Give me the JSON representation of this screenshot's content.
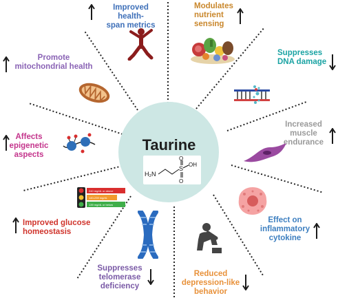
{
  "center": {
    "title": "Taurine",
    "formula": {
      "h2n": "H₂N",
      "so3h_s": "S",
      "so3h_oh": "OH",
      "o": "O"
    }
  },
  "effects": [
    {
      "id": "healthspan",
      "lines": [
        "Improved health-",
        "span metrics"
      ],
      "direction": "up",
      "color": "#3d6fb8"
    },
    {
      "id": "nutrient",
      "lines": [
        "Modulates",
        "nutrient",
        "sensing"
      ],
      "direction": "up",
      "color": "#c9872c"
    },
    {
      "id": "dna",
      "lines": [
        "Suppresses",
        "DNA damage"
      ],
      "direction": "down",
      "color": "#1aa3a3"
    },
    {
      "id": "muscle",
      "lines": [
        "Increased",
        "muscle",
        "endurance"
      ],
      "direction": "up",
      "color": "#9a9a9a"
    },
    {
      "id": "inflammatory",
      "lines": [
        "Effect on",
        "inflammatory",
        "cytokine"
      ],
      "direction": "up",
      "color": "#3d7fc0"
    },
    {
      "id": "depression",
      "lines": [
        "Reduced",
        "depression-like",
        "behavior"
      ],
      "direction": "down",
      "color": "#e8913a"
    },
    {
      "id": "telomerase",
      "lines": [
        "Suppresses",
        "telomerase",
        "deficiency"
      ],
      "direction": "down",
      "color": "#7a5aa6"
    },
    {
      "id": "glucose",
      "lines": [
        "Improved glucose",
        "homeostasis"
      ],
      "direction": "up",
      "color": "#d0342c"
    },
    {
      "id": "epigenetic",
      "lines": [
        "Affects",
        "epigenetic",
        "aspects"
      ],
      "direction": "up",
      "color": "#c4358c"
    },
    {
      "id": "mitochondrial",
      "lines": [
        "Promote",
        "mitochondrial health"
      ],
      "direction": "up",
      "color": "#8a63b5"
    }
  ],
  "glucose_meter": [
    "240 mg/dL or above",
    "140-239 mg/dL",
    "139 mg/dL or below"
  ],
  "colors": {
    "circle": "#cde7e4",
    "line": "#222222",
    "arrow": "#1a1a1a"
  },
  "icons": [
    "person-jumping-icon",
    "food-basket-icon",
    "dna-damage-icon",
    "muscle-cell-icon",
    "cytokine-cell-icon",
    "depressed-person-icon",
    "chromosome-icon",
    "glucose-meter-icon",
    "nucleosome-icon",
    "mitochondria-icon"
  ]
}
